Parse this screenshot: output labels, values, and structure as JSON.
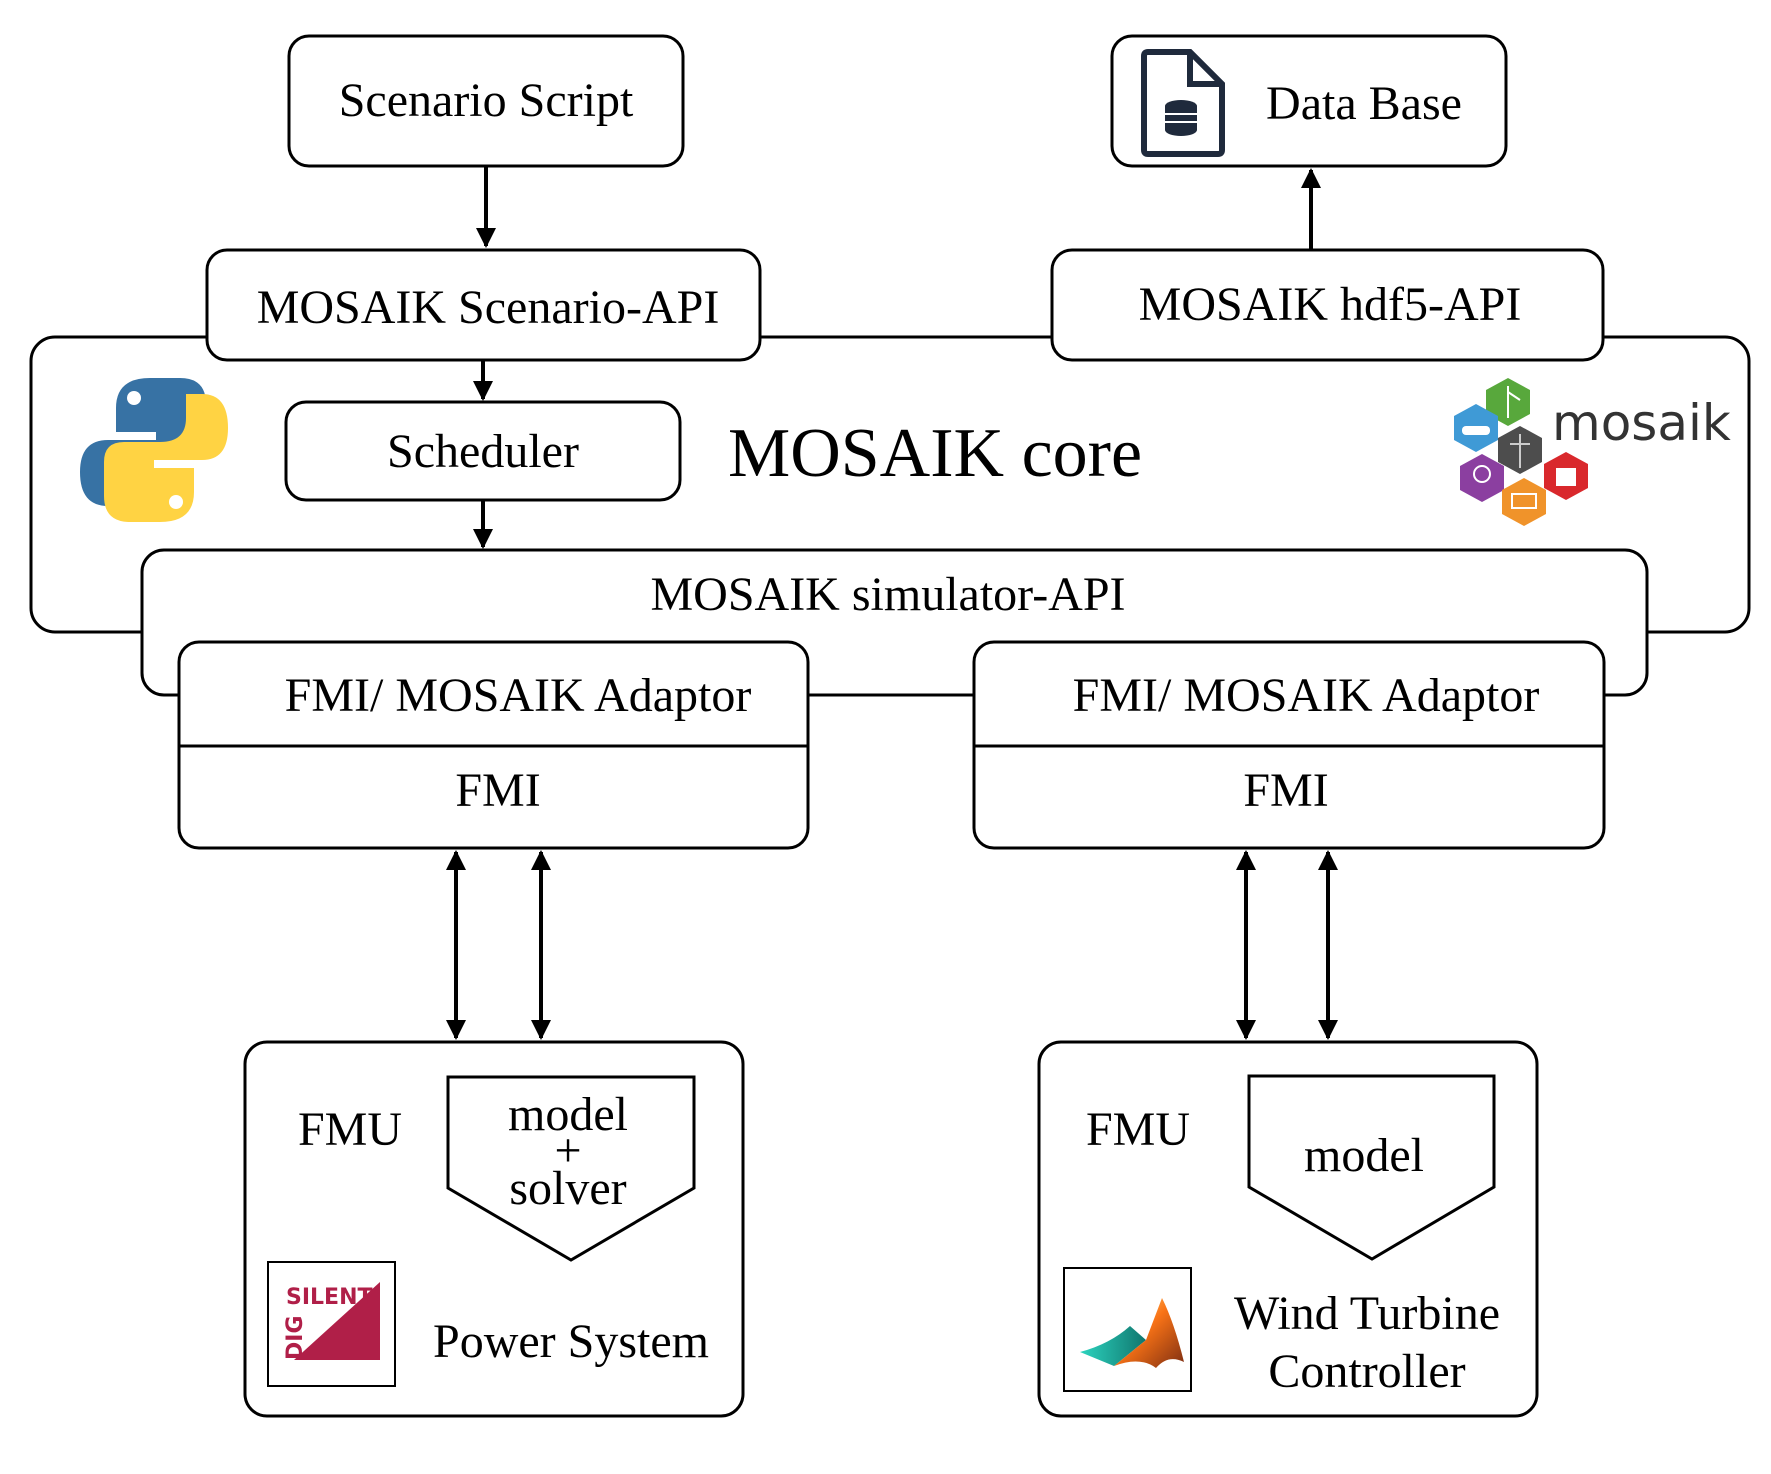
{
  "nodes": {
    "scenario_script": "Scenario Script",
    "data_base": "Data Base",
    "scenario_api": "MOSAIK Scenario-API",
    "hdf5_api": "MOSAIK hdf5-API",
    "scheduler": "Scheduler",
    "core": "MOSAIK core",
    "simulator_api": "MOSAIK simulator-API",
    "adaptor_left": "FMI/ MOSAIK Adaptor",
    "fmi_left": "FMI",
    "adaptor_right": "FMI/ MOSAIK Adaptor",
    "fmi_right": "FMI",
    "fmu_left": {
      "label": "FMU",
      "model_lines": [
        "model",
        "+",
        "solver"
      ],
      "name": "Power System"
    },
    "fmu_right": {
      "label": "FMU",
      "model_lines": [
        "model"
      ],
      "name_lines": [
        "Wind Turbine",
        "Controller"
      ]
    }
  },
  "logos": {
    "mosaik": "mosaik",
    "silent_top": "SILENT",
    "silent_side": "DIG"
  },
  "icons": [
    "database-file-icon",
    "python-logo-icon",
    "mosaik-logo-icon",
    "digsilent-logo-icon",
    "matlab-logo-icon"
  ],
  "colors": {
    "python_blue": "#3772a4",
    "python_yellow": "#ffd343",
    "digsilent_red": "#b01f48",
    "database_icon": "#1f2a3c"
  }
}
